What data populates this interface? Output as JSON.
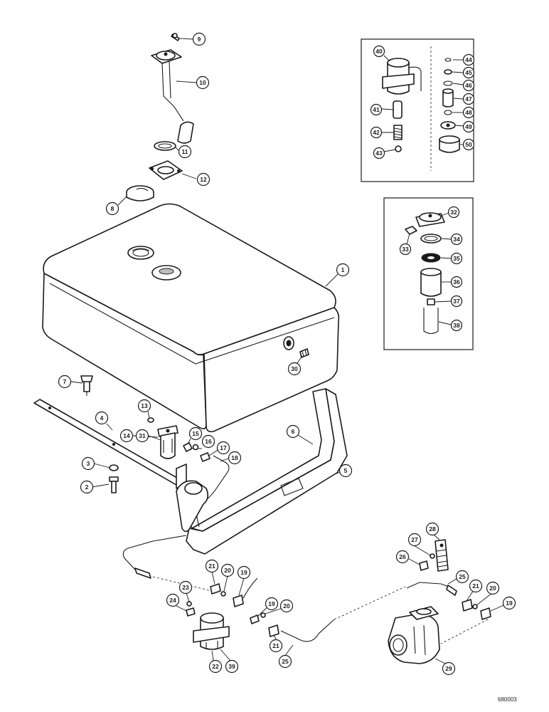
{
  "diagram": {
    "drawing_number": "680003",
    "callouts": [
      {
        "id": "c9",
        "label": "9"
      },
      {
        "id": "c10",
        "label": "10"
      },
      {
        "id": "c11",
        "label": "11"
      },
      {
        "id": "c12",
        "label": "12"
      },
      {
        "id": "c8",
        "label": "8"
      },
      {
        "id": "c1",
        "label": "1"
      },
      {
        "id": "c30",
        "label": "30"
      },
      {
        "id": "c7",
        "label": "7"
      },
      {
        "id": "c4",
        "label": "4"
      },
      {
        "id": "c13",
        "label": "13"
      },
      {
        "id": "c14",
        "label": "14"
      },
      {
        "id": "c31",
        "label": "31"
      },
      {
        "id": "c15",
        "label": "15"
      },
      {
        "id": "c16",
        "label": "16"
      },
      {
        "id": "c17",
        "label": "17"
      },
      {
        "id": "c18",
        "label": "18"
      },
      {
        "id": "c6",
        "label": "6"
      },
      {
        "id": "c5",
        "label": "5"
      },
      {
        "id": "c3",
        "label": "3"
      },
      {
        "id": "c2",
        "label": "2"
      },
      {
        "id": "c21a",
        "label": "21"
      },
      {
        "id": "c20a",
        "label": "20"
      },
      {
        "id": "c19a",
        "label": "19"
      },
      {
        "id": "c23",
        "label": "23"
      },
      {
        "id": "c24",
        "label": "24"
      },
      {
        "id": "c22",
        "label": "22"
      },
      {
        "id": "c39",
        "label": "39"
      },
      {
        "id": "c19b",
        "label": "19"
      },
      {
        "id": "c20b",
        "label": "20"
      },
      {
        "id": "c21b",
        "label": "21"
      },
      {
        "id": "c25a",
        "label": "25"
      },
      {
        "id": "c27",
        "label": "27"
      },
      {
        "id": "c28",
        "label": "28"
      },
      {
        "id": "c26",
        "label": "26"
      },
      {
        "id": "c25b",
        "label": "25"
      },
      {
        "id": "c21c",
        "label": "21"
      },
      {
        "id": "c20c",
        "label": "20"
      },
      {
        "id": "c19c",
        "label": "19"
      },
      {
        "id": "c29",
        "label": "29"
      }
    ],
    "inset_pump": {
      "labels": [
        {
          "id": "i40",
          "label": "40"
        },
        {
          "id": "i41",
          "label": "41"
        },
        {
          "id": "i42",
          "label": "42"
        },
        {
          "id": "i43",
          "label": "43"
        },
        {
          "id": "i44",
          "label": "44"
        },
        {
          "id": "i45",
          "label": "45"
        },
        {
          "id": "i46",
          "label": "46"
        },
        {
          "id": "i47",
          "label": "47"
        },
        {
          "id": "i48",
          "label": "48"
        },
        {
          "id": "i49",
          "label": "49"
        },
        {
          "id": "i50",
          "label": "50"
        }
      ]
    },
    "inset_filter": {
      "labels": [
        {
          "id": "f32",
          "label": "32"
        },
        {
          "id": "f33",
          "label": "33"
        },
        {
          "id": "f34",
          "label": "34"
        },
        {
          "id": "f35",
          "label": "35"
        },
        {
          "id": "f36",
          "label": "36"
        },
        {
          "id": "f37",
          "label": "37"
        },
        {
          "id": "f38",
          "label": "38"
        }
      ]
    }
  }
}
